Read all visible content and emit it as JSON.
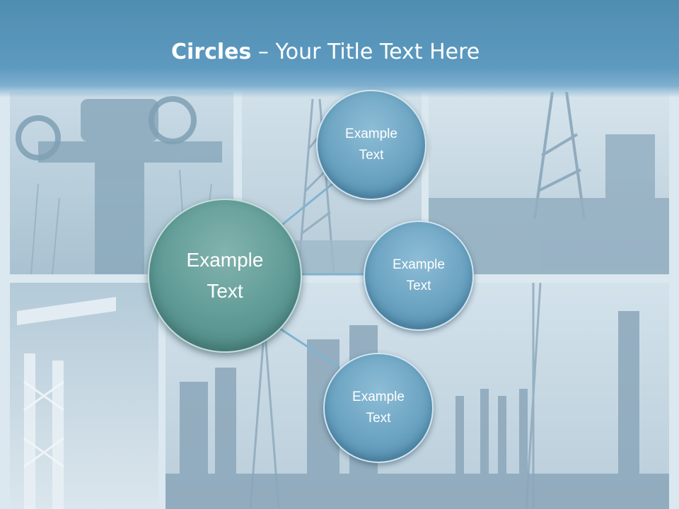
{
  "title": {
    "bold": "Circles",
    "rest": " – Your Title Text Here"
  },
  "circles": {
    "main": {
      "line1": "Example",
      "line2": "Text"
    },
    "top": {
      "line1": "Example",
      "line2": "Text"
    },
    "middle": {
      "line1": "Example",
      "line2": "Text"
    },
    "bottom": {
      "line1": "Example",
      "line2": "Text"
    }
  },
  "colors": {
    "header": "#5e9ac0",
    "main_circle": "#5f9b96",
    "small_circle": "#6aa3c1",
    "connector": "#7fb3d0",
    "title_text": "#ffffff"
  },
  "background": {
    "panels": [
      "valve-photo",
      "drilling-rig-photo",
      "oil-rig-photo",
      "pumpjack-photo",
      "refinery-photo"
    ]
  }
}
